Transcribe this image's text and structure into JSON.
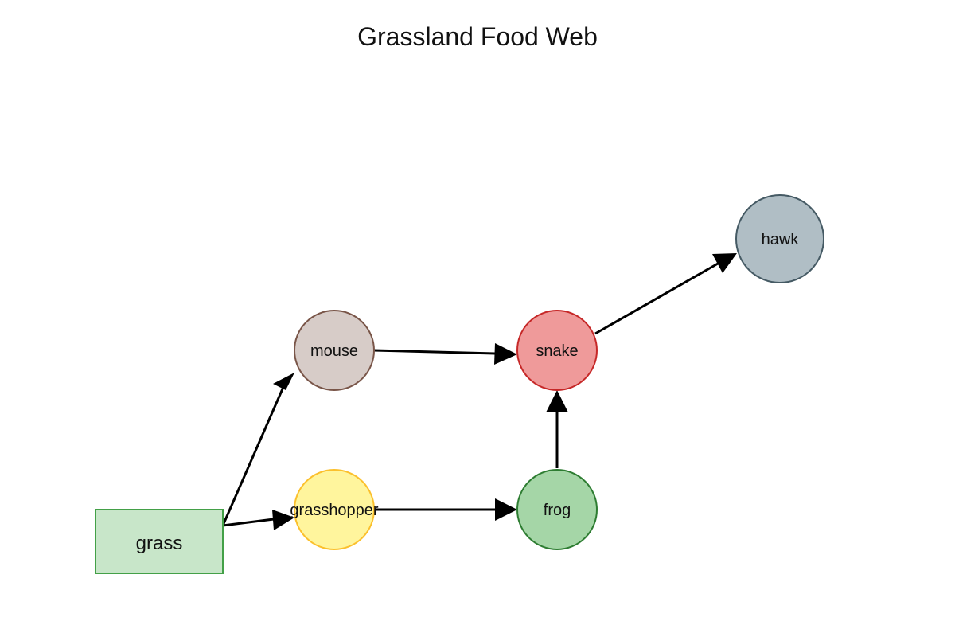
{
  "title": "Grassland Food Web",
  "nodes": [
    {
      "id": "grass",
      "label": "grass",
      "shape": "rectangle",
      "fill": "#c8e6c9",
      "stroke": "#43a047"
    },
    {
      "id": "mouse",
      "label": "mouse",
      "shape": "circle",
      "fill": "#d7ccc8",
      "stroke": "#795548"
    },
    {
      "id": "grasshopper",
      "label": "grasshopper",
      "shape": "circle",
      "fill": "#fff59d",
      "stroke": "#fbc02d"
    },
    {
      "id": "snake",
      "label": "snake",
      "shape": "circle",
      "fill": "#ef9a9a",
      "stroke": "#c62828"
    },
    {
      "id": "frog",
      "label": "frog",
      "shape": "circle",
      "fill": "#a5d6a7",
      "stroke": "#2e7d32"
    },
    {
      "id": "hawk",
      "label": "hawk",
      "shape": "circle",
      "fill": "#b0bec5",
      "stroke": "#455a64"
    }
  ],
  "edges": [
    {
      "from": "grass",
      "to": "mouse"
    },
    {
      "from": "grass",
      "to": "grasshopper"
    },
    {
      "from": "mouse",
      "to": "snake"
    },
    {
      "from": "grasshopper",
      "to": "frog"
    },
    {
      "from": "frog",
      "to": "snake"
    },
    {
      "from": "snake",
      "to": "hawk"
    }
  ]
}
